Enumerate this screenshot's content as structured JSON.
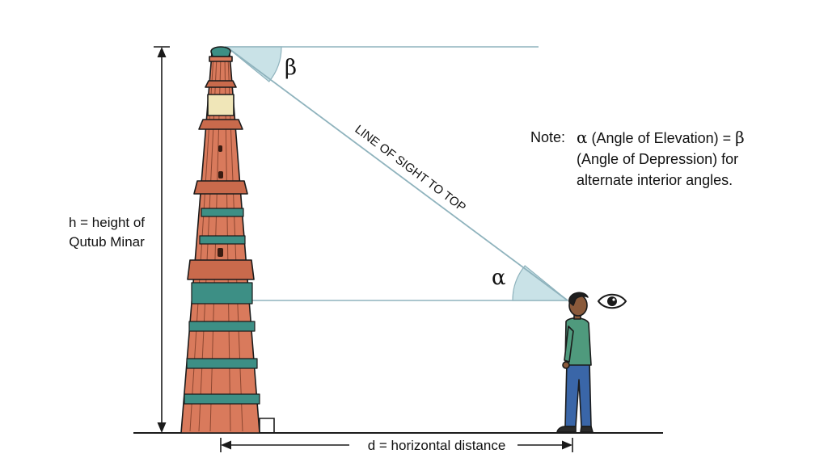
{
  "labels": {
    "beta": "β",
    "alpha": "α",
    "line_of_sight": "LINE OF SIGHT TO TOP",
    "height_line1": "h = height of",
    "height_line2": "Qutub Minar",
    "distance": "d = horizontal distance"
  },
  "note": {
    "prefix": "Note:",
    "alpha_symbol": "α",
    "line1_text": "(Angle of Elevation) =",
    "beta_symbol": "β",
    "line2": "(Angle of Depression) for",
    "line3": "alternate interior angles."
  },
  "colors": {
    "sightline": "#8fb3bd",
    "angle_fill": "#c9e2e7",
    "tower_red": "#d97a5c",
    "tower_teal": "#3d8f85",
    "tower_cream": "#f0e6b8",
    "outline": "#1b1b1b",
    "shirt": "#4f9a7d",
    "jeans": "#3a66a8",
    "skin": "#8a5a3b"
  },
  "icons": {
    "eye": "eye-icon",
    "right_angle": "right-angle-marker"
  }
}
